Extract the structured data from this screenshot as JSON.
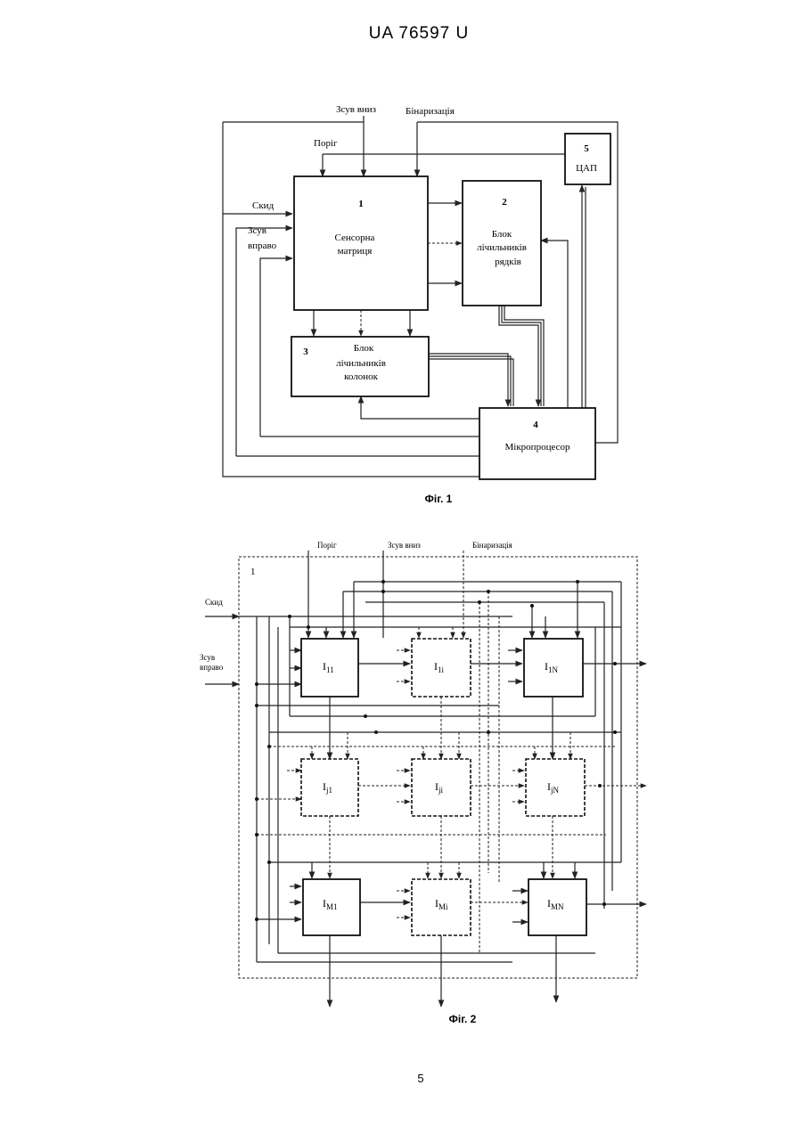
{
  "header": "UA   76597   U",
  "page_number": "5",
  "fig1": {
    "caption": "Фіг. 1",
    "labels": {
      "shift_down": "Зсув вниз",
      "binarization": "Бінаризація",
      "threshold": "Поріг",
      "reset": "Скид",
      "shift_right_1": "Зсув",
      "shift_right_2": "вправо"
    },
    "blocks": [
      {
        "num": "1",
        "lines": [
          "Сенсорна",
          "матриця"
        ]
      },
      {
        "num": "2",
        "lines": [
          "Блок",
          "лічильників",
          "рядків"
        ]
      },
      {
        "num": "3",
        "lines": [
          "Блок",
          "лічильників",
          "колонок"
        ]
      },
      {
        "num": "4",
        "lines": [
          "Мікропроцесор"
        ]
      },
      {
        "num": "5",
        "lines": [
          "ЦАП"
        ]
      }
    ]
  },
  "fig2": {
    "caption": "Фіг. 2",
    "frame_label": "1",
    "labels": {
      "threshold": "Поріг",
      "shift_down": "Зсув вниз",
      "binarization": "Бінаризація",
      "reset": "Скид",
      "shift_right_1": "Зсув",
      "shift_right_2": "вправо"
    },
    "cells": [
      {
        "base": "I",
        "sub": "11"
      },
      {
        "base": "I",
        "sub": "1i"
      },
      {
        "base": "I",
        "sub": "1N"
      },
      {
        "base": "I",
        "sub": "j1"
      },
      {
        "base": "I",
        "sub": "ji"
      },
      {
        "base": "I",
        "sub": "jN"
      },
      {
        "base": "I",
        "sub": "M1"
      },
      {
        "base": "I",
        "sub": "Mi"
      },
      {
        "base": "I",
        "sub": "MN"
      }
    ]
  }
}
